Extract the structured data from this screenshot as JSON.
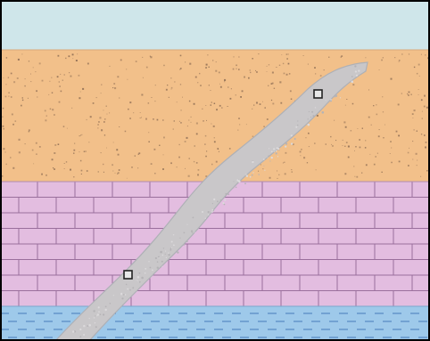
{
  "diagram": {
    "type": "geologic-cross-section",
    "layers": [
      {
        "id": "sky",
        "material": "air",
        "color": "#cfe6ea",
        "pattern": "none"
      },
      {
        "id": "sandstone",
        "material": "sandstone",
        "color": "#f2c08a",
        "pattern": "stipple",
        "pattern_color": "#8a6a52"
      },
      {
        "id": "limestone",
        "material": "limestone",
        "color": "#e3bde0",
        "pattern": "brick",
        "pattern_color": "#9a6f9c"
      },
      {
        "id": "water",
        "material": "water",
        "color": "#9ec9ea",
        "pattern": "dashes",
        "pattern_color": "#3f74b6"
      }
    ],
    "intrusion": {
      "material": "igneous-dike",
      "color": "#c9c7c9",
      "edge_color": "#aeb0b6",
      "markers": 2
    },
    "frame_color": "#000000"
  }
}
